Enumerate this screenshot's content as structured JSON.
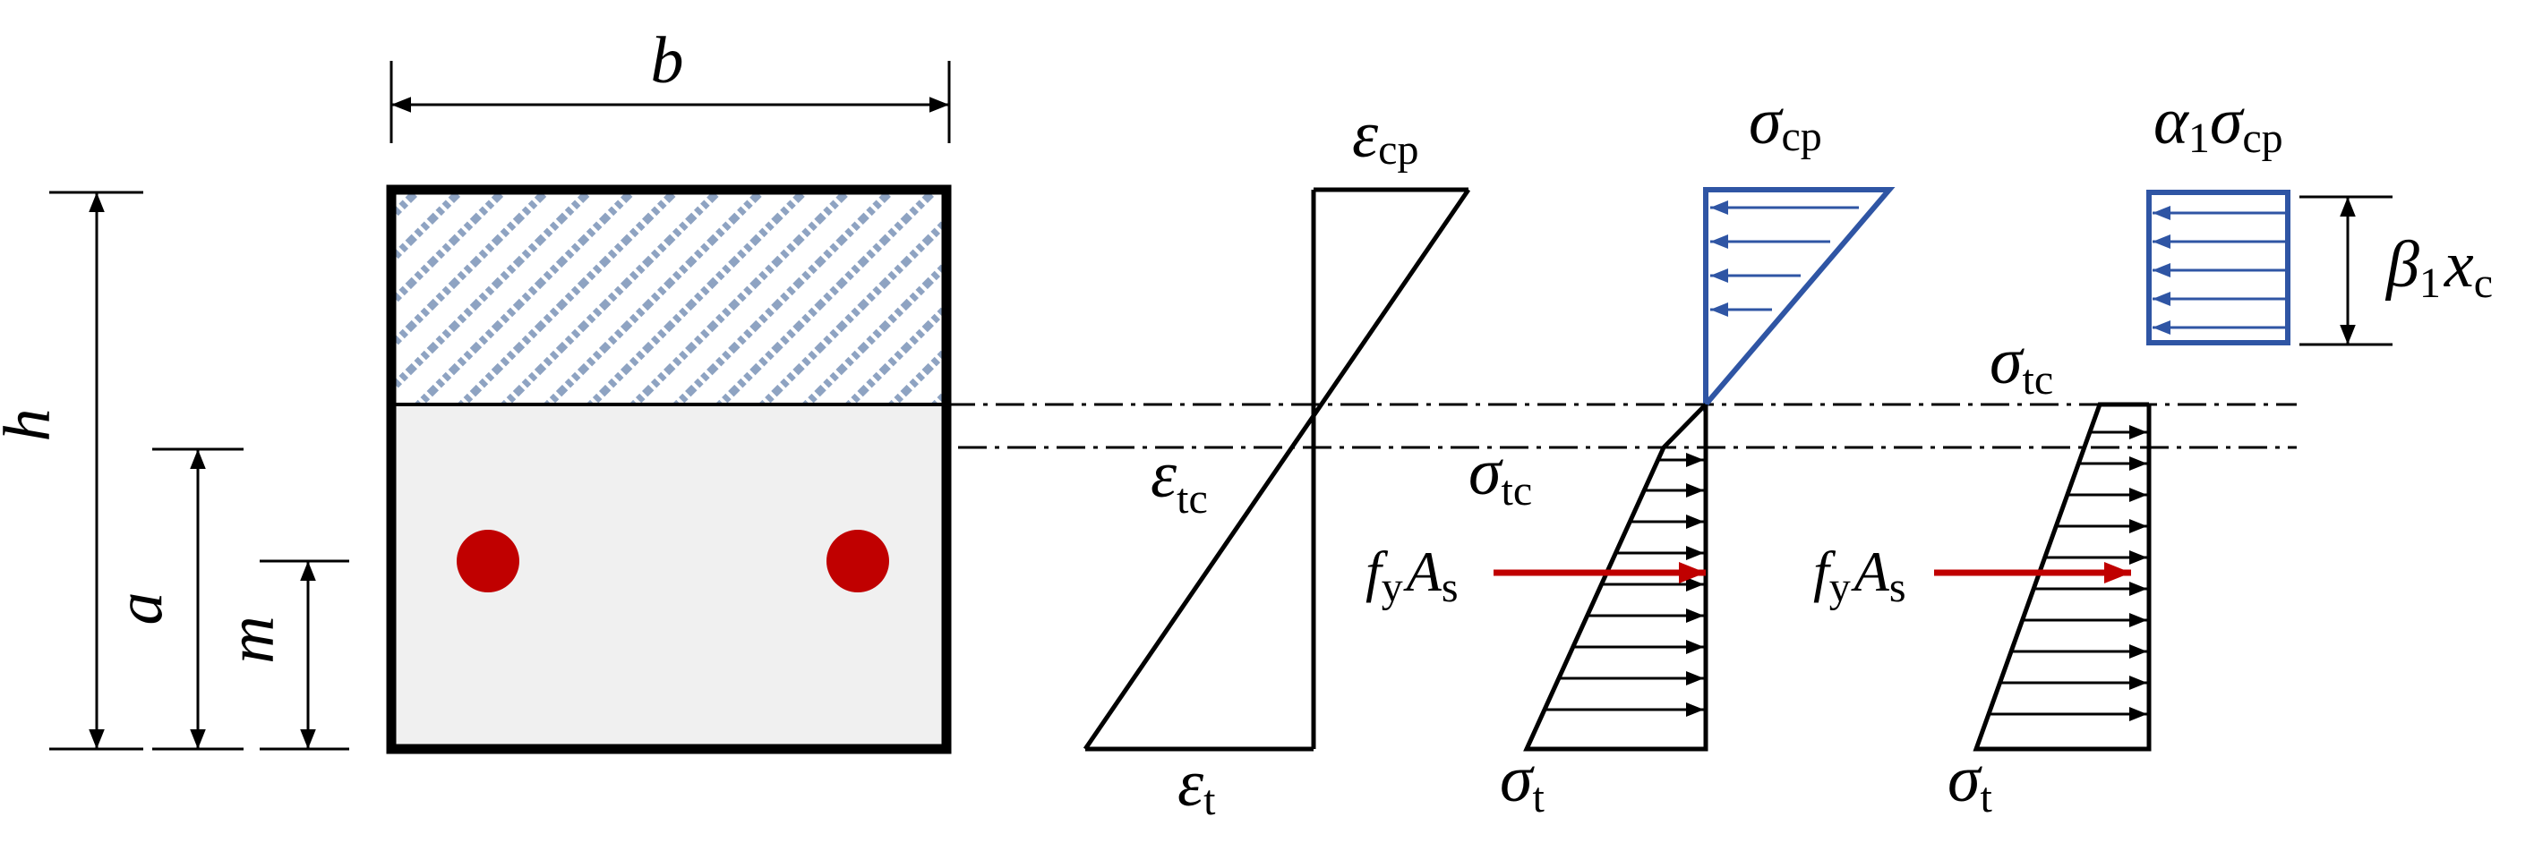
{
  "colors": {
    "line": "#000000",
    "compression": "#2f55a4",
    "hatch": "#8ea3c2",
    "section_fill": "#f0f0f0",
    "rebar": "#c00000",
    "force_arrow": "#c00000"
  },
  "labels": {
    "b": "b",
    "h": "h",
    "a": "a",
    "m": "m",
    "eps_cp": {
      "sym": "ε",
      "sub": "cp"
    },
    "eps_tc": {
      "sym": "ε",
      "sub": "tc"
    },
    "eps_t": {
      "sym": "ε",
      "sub": "t"
    },
    "sigma_cp": {
      "sym": "σ",
      "sub": "cp"
    },
    "sigma_tc_mid": {
      "sym": "σ",
      "sub": "tc"
    },
    "sigma_t_mid": {
      "sym": "σ",
      "sub": "t"
    },
    "fyAs_mid": {
      "f": "f",
      "fsub": "y",
      "A": "A",
      "Asub": "s"
    },
    "alpha_sigma_cp": {
      "alpha": "α",
      "alphasub": "1",
      "sym": "σ",
      "sub": "cp"
    },
    "beta_xc": {
      "beta": "β",
      "betasub": "1",
      "x": "x",
      "xsub": "c"
    },
    "sigma_tc_right": {
      "sym": "σ",
      "sub": "tc"
    },
    "fyAs_right": {
      "f": "f",
      "fsub": "y",
      "A": "A",
      "Asub": "s"
    },
    "sigma_t_right": {
      "sym": "σ",
      "sub": "t"
    }
  }
}
